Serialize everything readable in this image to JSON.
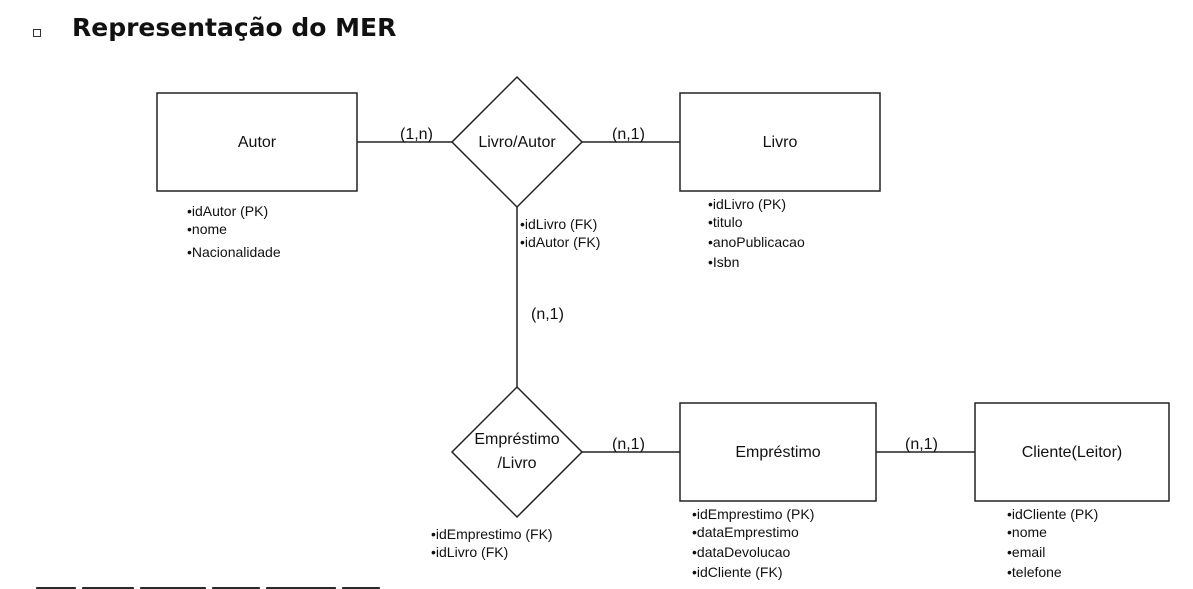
{
  "title": "Representação do MER",
  "entities": {
    "autor": {
      "name": "Autor",
      "attributes": [
        "•idAutor (PK)",
        "•nome",
        "•Nacionalidade"
      ]
    },
    "livro": {
      "name": "Livro",
      "attributes": [
        "•idLivro (PK)",
        "•titulo",
        "•anoPublicacao",
        "•Isbn"
      ]
    },
    "emprestimo": {
      "name": "Empréstimo",
      "attributes": [
        "•idEmprestimo (PK)",
        "•dataEmprestimo",
        "•dataDevolucao",
        "•idCliente (FK)"
      ]
    },
    "cliente": {
      "name": "Cliente(Leitor)",
      "attributes": [
        "•idCliente (PK)",
        "•nome",
        "•email",
        "•telefone"
      ]
    }
  },
  "relationships": {
    "livro_autor": {
      "name": "Livro/Autor",
      "attributes": [
        "•idLivro (FK)",
        "•idAutor (FK)"
      ]
    },
    "emprestimo_livro": {
      "name_line1": "Empréstimo",
      "name_line2": "/Livro",
      "attributes": [
        "•idEmprestimo (FK)",
        "•idLivro (FK)"
      ]
    }
  },
  "cardinalities": {
    "autor_livroautor": "(1,n)",
    "livroautor_livro": "(n,1)",
    "livroautor_emprestimolivro": "(n,1)",
    "emprestimolivro_emprestimo": "(n,1)",
    "emprestimo_cliente": "(n,1)"
  }
}
